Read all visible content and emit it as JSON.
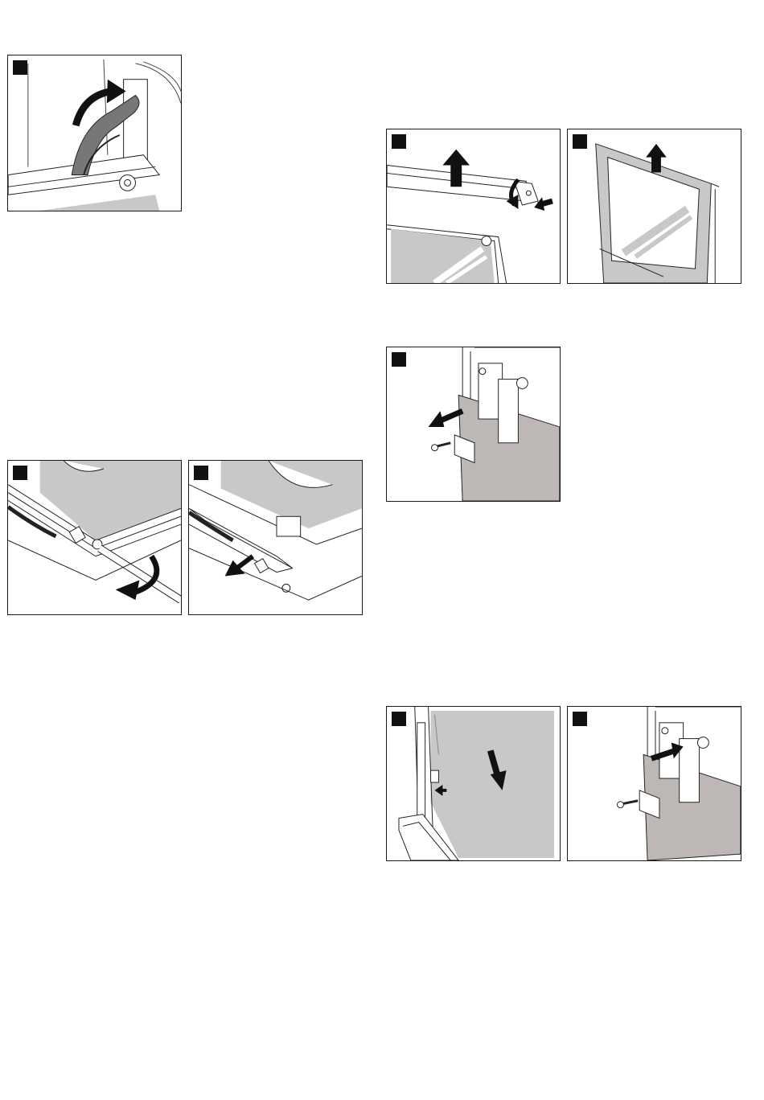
{
  "page": {
    "panels": [
      {
        "id": "hinge-lever-open",
        "icon": "hinge-lever-rotate-illustration"
      },
      {
        "id": "panel-screw-loosen",
        "icon": "screwdriver-loosen-illustration"
      },
      {
        "id": "panel-cover-remove",
        "icon": "cover-pull-out-illustration"
      },
      {
        "id": "top-cover-lift",
        "icon": "cover-press-lift-illustration"
      },
      {
        "id": "glass-pane-lift",
        "icon": "glass-pane-lift-illustration"
      },
      {
        "id": "holder-screw-remove",
        "icon": "holder-screw-remove-illustration"
      },
      {
        "id": "glass-pane-insert",
        "icon": "glass-pane-insert-illustration"
      },
      {
        "id": "holder-screw-fit",
        "icon": "holder-screw-fit-illustration"
      }
    ],
    "colors": {
      "line": "#1a1a1a",
      "grey": "#c8c8c8",
      "dark_grey": "#8a8a8a",
      "glass": "#bdb8b6",
      "arrow": "#111111"
    }
  }
}
